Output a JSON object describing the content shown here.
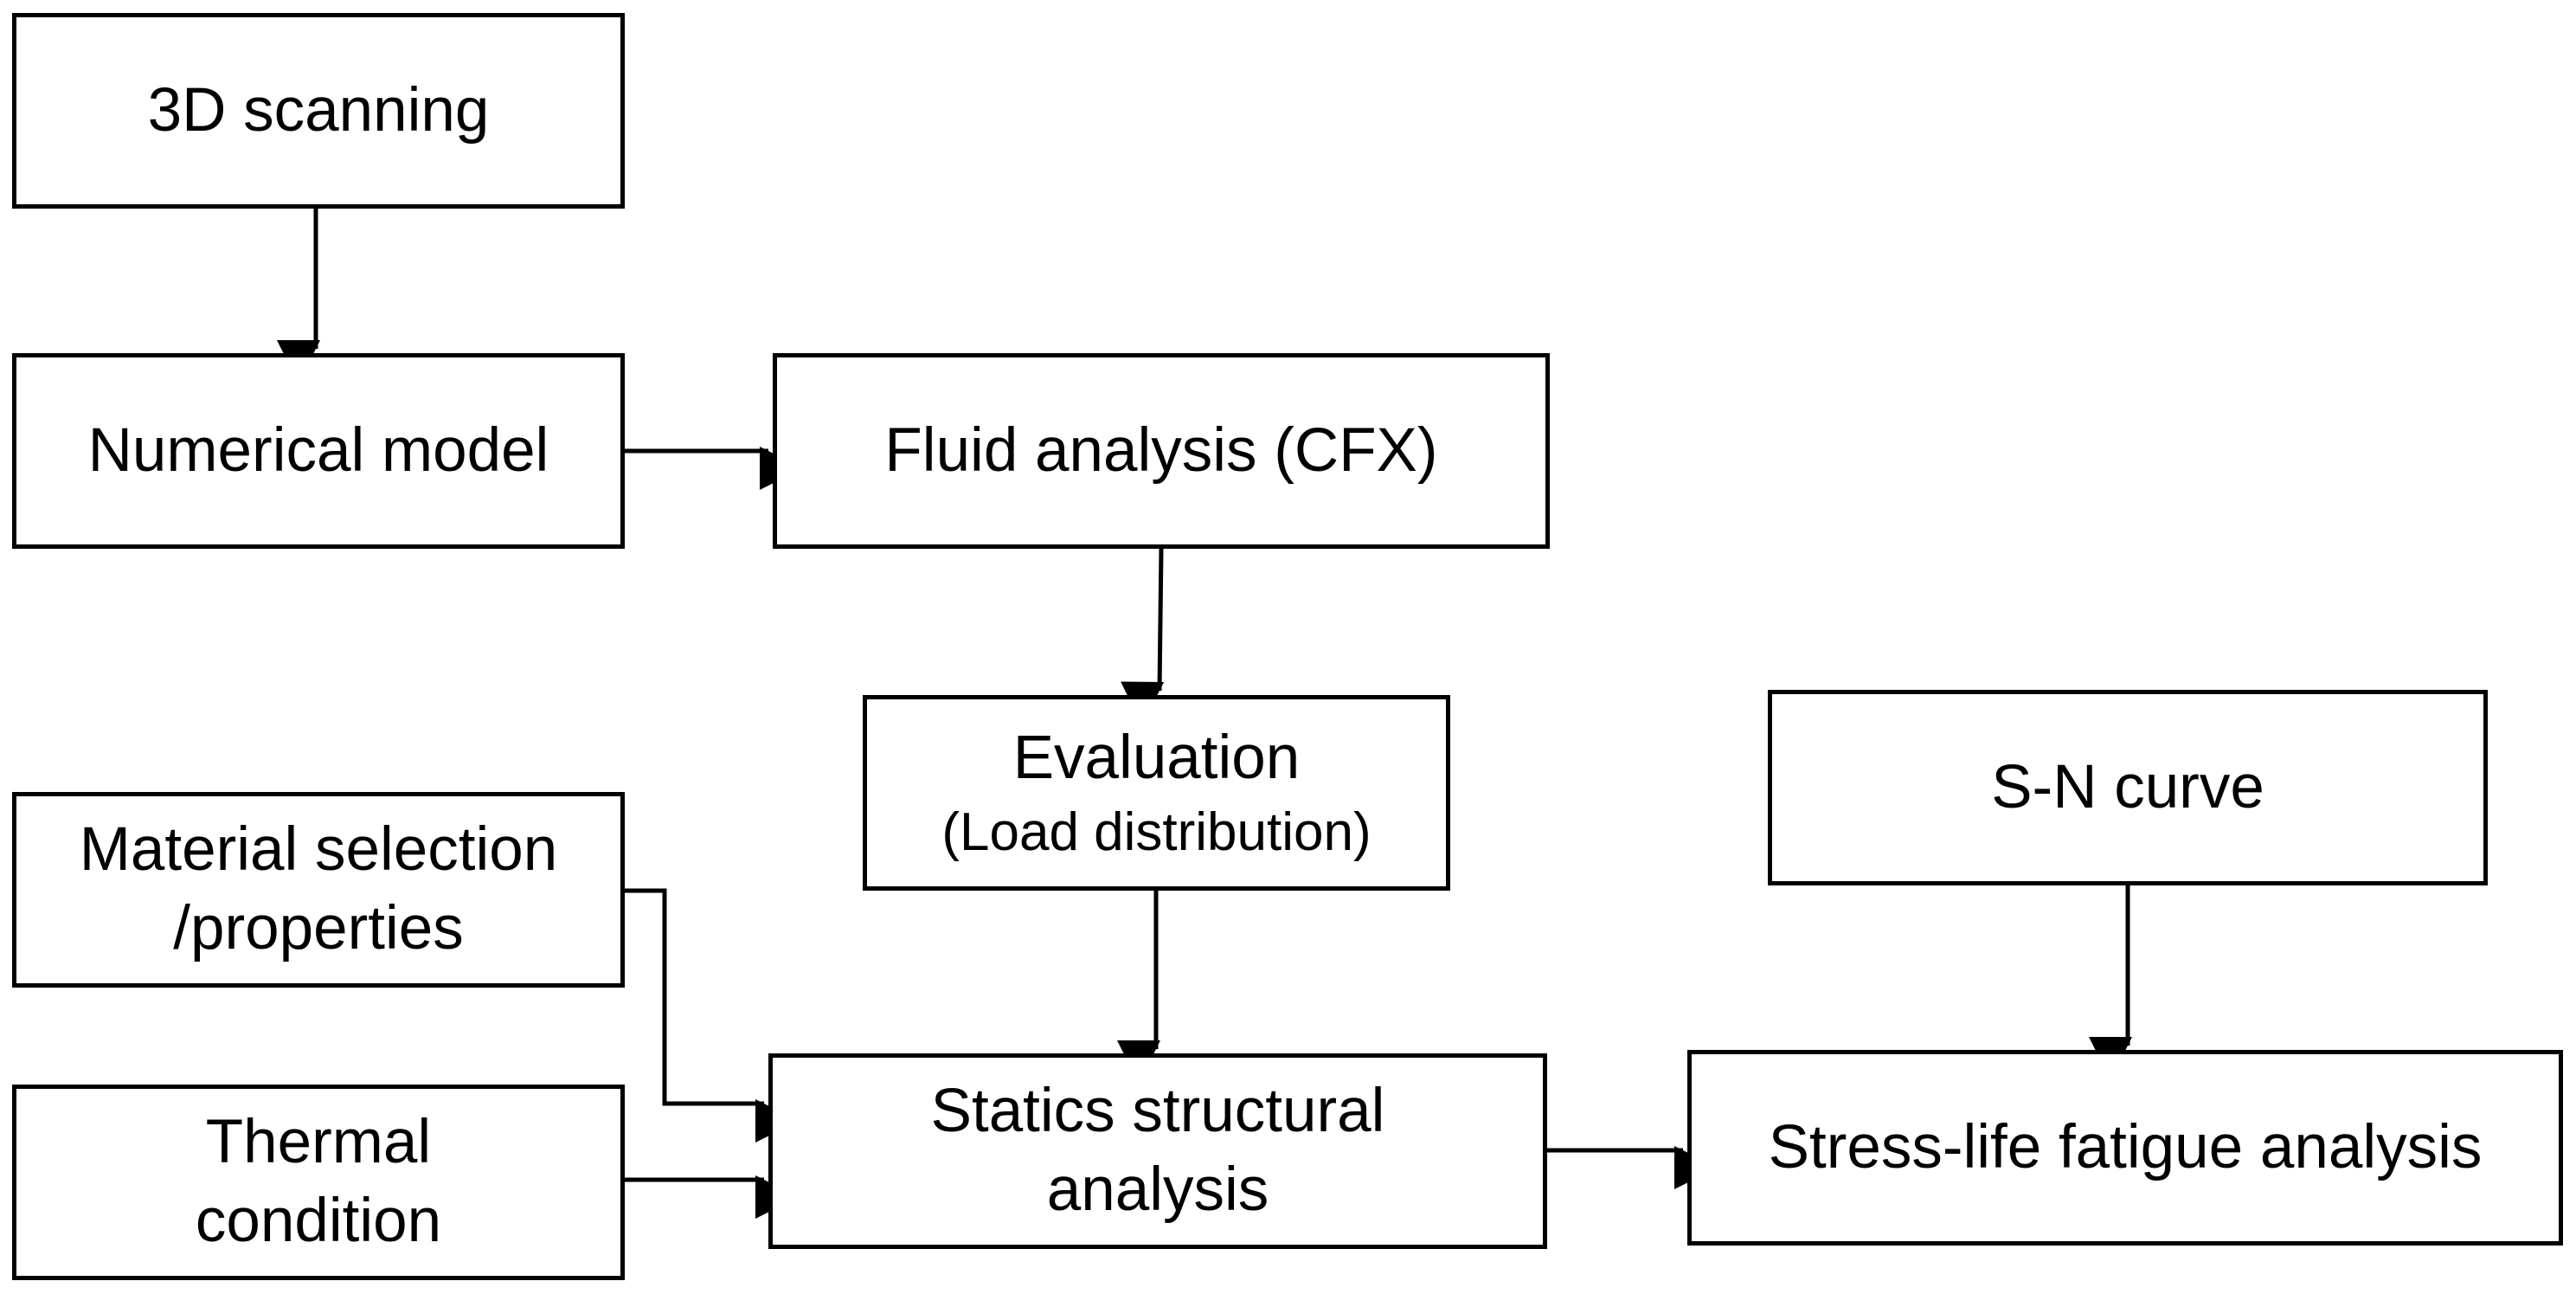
{
  "diagram": {
    "nodes": {
      "scanning": {
        "lines": [
          "3D scanning"
        ]
      },
      "numerical_model": {
        "lines": [
          "Numerical model"
        ]
      },
      "fluid_analysis": {
        "lines": [
          "Fluid analysis (CFX)"
        ]
      },
      "evaluation": {
        "lines": [
          "Evaluation",
          "(Load distribution)"
        ]
      },
      "sn_curve": {
        "lines": [
          "S-N curve"
        ]
      },
      "material": {
        "lines": [
          "Material selection",
          "/properties"
        ]
      },
      "thermal": {
        "lines": [
          "Thermal",
          "condition"
        ]
      },
      "statics": {
        "lines": [
          "Statics structural",
          "analysis"
        ]
      },
      "fatigue": {
        "lines": [
          "Stress-life fatigue analysis"
        ]
      }
    },
    "edges": [
      {
        "from": "scanning",
        "to": "numerical_model"
      },
      {
        "from": "numerical_model",
        "to": "fluid_analysis"
      },
      {
        "from": "fluid_analysis",
        "to": "evaluation"
      },
      {
        "from": "evaluation",
        "to": "statics"
      },
      {
        "from": "material",
        "to": "statics"
      },
      {
        "from": "thermal",
        "to": "statics"
      },
      {
        "from": "statics",
        "to": "fatigue"
      },
      {
        "from": "sn_curve",
        "to": "fatigue"
      }
    ],
    "colors": {
      "stroke": "#000000",
      "fill": "#ffffff",
      "text": "#000000"
    }
  }
}
